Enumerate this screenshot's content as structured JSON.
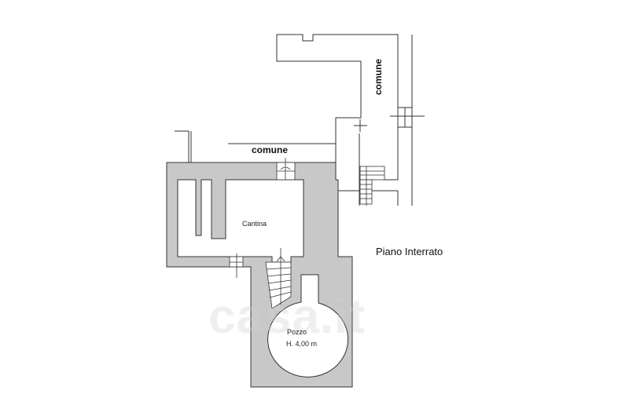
{
  "plan": {
    "floor_title": "Piano Interrato",
    "labels": {
      "comune_horizontal": "comune",
      "comune_vertical": "comune",
      "cantina": "Cantina",
      "pozzo": "Pozzo",
      "pozzo_height": "H. 4,00 m"
    },
    "watermark": "casa.it",
    "colors": {
      "wall": "#c8c8c8",
      "line": "#333333"
    }
  }
}
